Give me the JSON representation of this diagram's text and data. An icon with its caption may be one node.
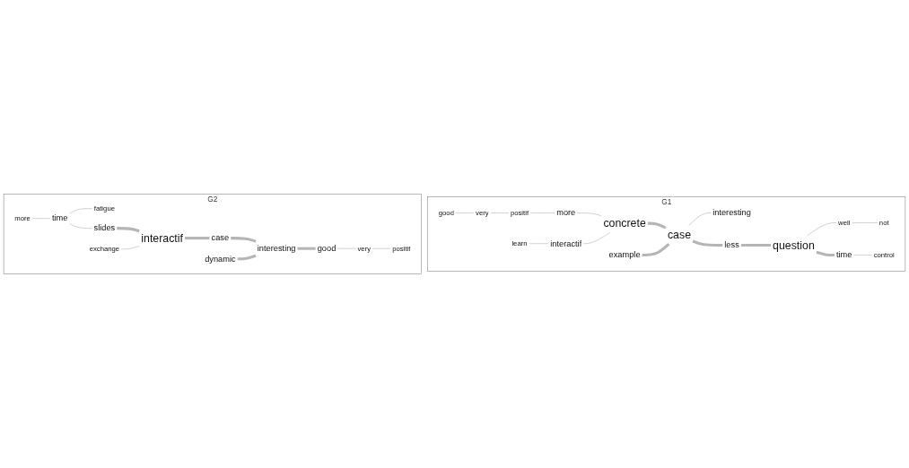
{
  "diagram": {
    "nodes": [
      {
        "text": [
          "G1"
        ]
      },
      {
        "text": [
          "good"
        ],
        "in": 0
      },
      {
        "text": [
          "very"
        ],
        "in": 0
      },
      {
        "text": [
          "positif"
        ],
        "in": 0
      },
      {
        "text": [
          "more"
        ],
        "in": 0
      },
      {
        "text": [
          "interactif"
        ],
        "in": 0
      },
      {
        "text": [
          "learn"
        ],
        "in": 0
      },
      {
        "text": [
          "concrete"
        ],
        "in": 0
      },
      {
        "text": [
          "case"
        ],
        "in": 0
      },
      {
        "text": [
          "interesting"
        ],
        "in": 0
      },
      {
        "text": [
          "example"
        ],
        "in": 0
      },
      {
        "text": [
          "less"
        ],
        "in": 0
      },
      {
        "text": [
          "question"
        ],
        "in": 0
      },
      {
        "text": [
          "not"
        ],
        "in": 0
      },
      {
        "text": [
          "well"
        ],
        "in": 0
      },
      {
        "text": [
          "time"
        ],
        "in": 0
      },
      {
        "text": [
          "control"
        ],
        "in": 0
      },
      {
        "text": [
          "G2"
        ]
      },
      {
        "text": [
          "more"
        ],
        "in": 17
      },
      {
        "text": [
          "fatigue"
        ],
        "in": 17
      },
      {
        "text": [
          "time"
        ],
        "in": 17
      },
      {
        "text": [
          "slides"
        ],
        "in": 17
      },
      {
        "text": [
          "exchange"
        ],
        "in": 17
      },
      {
        "text": [
          "interactif"
        ],
        "in": 17
      },
      {
        "text": [
          "case"
        ],
        "in": 17
      },
      {
        "text": [
          "interesting"
        ],
        "in": 17
      },
      {
        "text": [
          "dynamic"
        ],
        "in": 17
      },
      {
        "text": [
          "good"
        ],
        "in": 17
      },
      {
        "text": [
          "very"
        ],
        "in": 17
      },
      {
        "text": [
          "positif"
        ],
        "in": 17
      }
    ],
    "edges": [
      {
        "from": 1,
        "to": 2,
        "arrow": "none"
      },
      {
        "from": 2,
        "to": 3,
        "arrow": "none"
      },
      {
        "from": 3,
        "to": 4,
        "arrow": "none"
      },
      {
        "from": 4,
        "to": 7,
        "arrow": "none"
      },
      {
        "from": 6,
        "to": 5,
        "arrow": "none"
      },
      {
        "from": 5,
        "to": 7,
        "arrow": "none"
      },
      {
        "from": 7,
        "to": 8,
        "arrow": "none",
        "style": "thick"
      },
      {
        "from": 10,
        "to": 8,
        "arrow": "none",
        "style": "thick"
      },
      {
        "from": 8,
        "to": 9,
        "arrow": "none"
      },
      {
        "from": 8,
        "to": 11,
        "arrow": "none",
        "style": "thick"
      },
      {
        "from": 11,
        "to": 12,
        "arrow": "none",
        "style": "thick"
      },
      {
        "from": 12,
        "to": 14,
        "arrow": "none"
      },
      {
        "from": 14,
        "to": 13,
        "arrow": "none"
      },
      {
        "from": 12,
        "to": 15,
        "arrow": "none",
        "style": "thick"
      },
      {
        "from": 15,
        "to": 16,
        "arrow": "none"
      },
      {
        "from": 18,
        "to": 20,
        "arrow": "none"
      },
      {
        "from": 20,
        "to": 19,
        "arrow": "none"
      },
      {
        "from": 20,
        "to": 21,
        "arrow": "none"
      },
      {
        "from": 21,
        "to": 23,
        "arrow": "none",
        "style": "thick"
      },
      {
        "from": 22,
        "to": 23,
        "arrow": "none"
      },
      {
        "from": 23,
        "to": 24,
        "arrow": "none",
        "style": "thick"
      },
      {
        "from": 24,
        "to": 25,
        "arrow": "none",
        "style": "thick"
      },
      {
        "from": 26,
        "to": 25,
        "arrow": "none",
        "style": "thick"
      },
      {
        "from": 25,
        "to": 27,
        "arrow": "none",
        "style": "thick"
      },
      {
        "from": 27,
        "to": 28,
        "arrow": "none"
      },
      {
        "from": 28,
        "to": 29,
        "arrow": "none"
      }
    ]
  }
}
